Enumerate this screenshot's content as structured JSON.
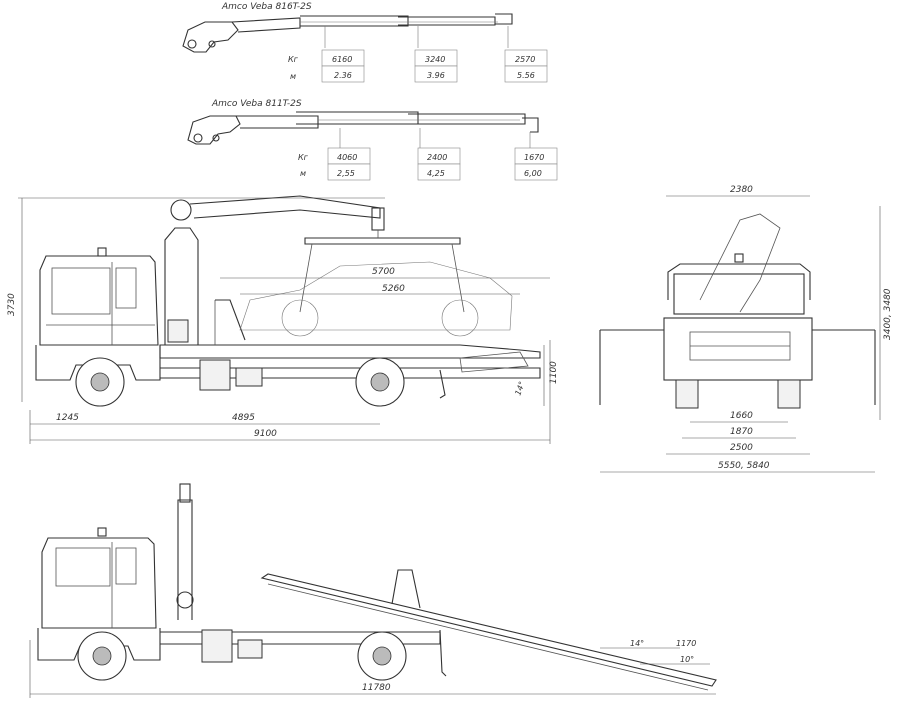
{
  "cranes": [
    {
      "model": "Amco Veba 816T-2S",
      "row_labels": [
        "Кг",
        "м"
      ],
      "loads_kg": [
        "6160",
        "3240",
        "2570"
      ],
      "reach_m": [
        "2.36",
        "3.96",
        "5.56"
      ]
    },
    {
      "model": "Amco Veba 811T-2S",
      "row_labels": [
        "Кг",
        "м"
      ],
      "loads_kg": [
        "4060",
        "2400",
        "1670"
      ],
      "reach_m": [
        "2,55",
        "4,25",
        "6,00"
      ]
    }
  ],
  "side_view": {
    "height": "3730",
    "platform_length": "5700",
    "bed_length": "5260",
    "front_overhang": "1245",
    "wheelbase": "4895",
    "total_length": "9100",
    "platform_height": "1100",
    "angle": "14°"
  },
  "front_view": {
    "width_top": "2380",
    "height": "3400, 3480",
    "track_rear": "1660",
    "track_front": "1870",
    "width": "2500",
    "outrigger_span": "5550, 5840"
  },
  "tilt_view": {
    "total_length": "11780",
    "tilt_angle": "14°",
    "loading_angle": "10°",
    "ramp_length": "1170"
  }
}
